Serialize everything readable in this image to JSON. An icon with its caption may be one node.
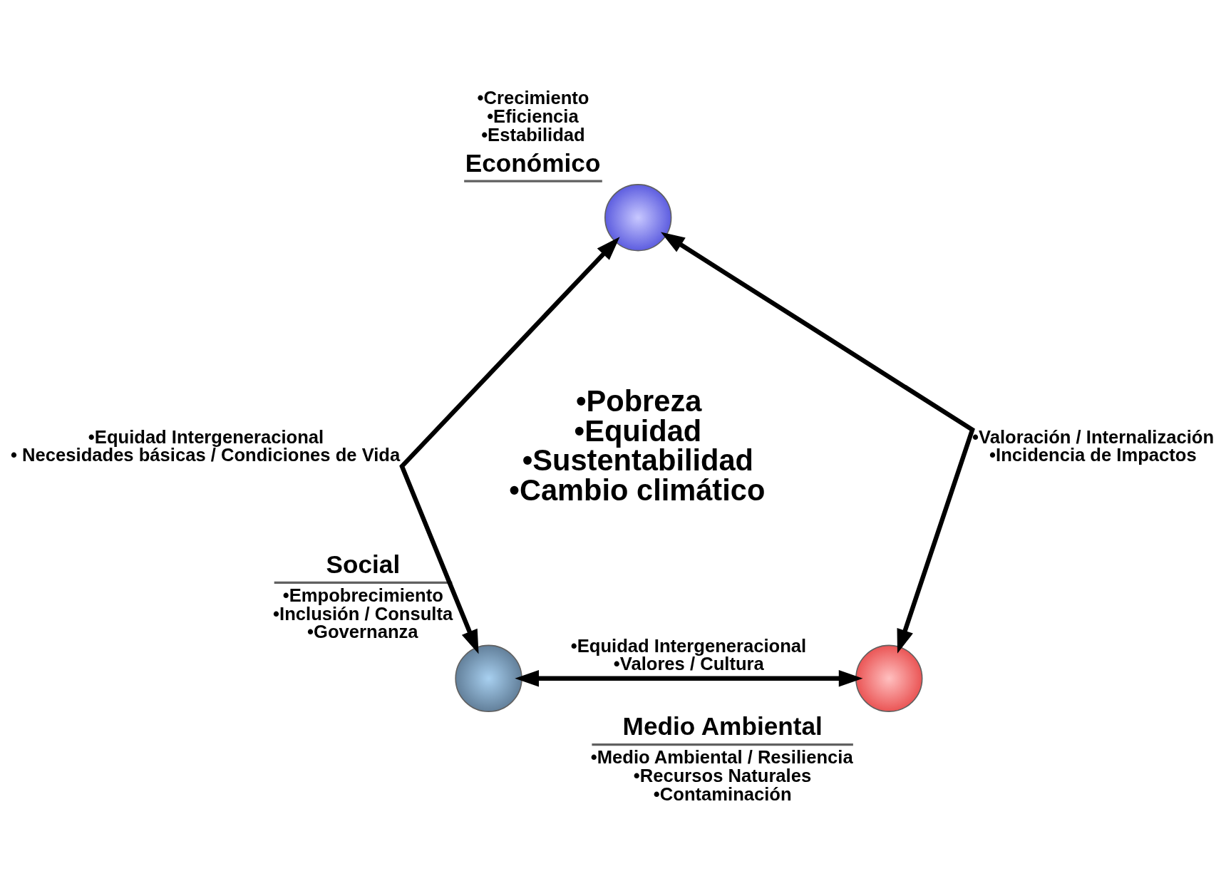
{
  "diagram": {
    "nodes": [
      {
        "text": [
          "•Crecimiento •Eficiencia •Estabilidad",
          "Económico"
        ]
      },
      {
        "text": [
          "Social",
          "•Empobrecimiento •Inclusión / Consulta •Governanza"
        ]
      },
      {
        "text": [
          "Medio Ambiental",
          "•Medio Ambiental / Resiliencia •Recursos Naturales •Contaminación"
        ]
      }
    ],
    "edges": [
      {
        "from": 1,
        "to": 0,
        "arrow": "both",
        "label": "•Equidad Intergeneracional • Necesidades básicas / Condiciones de Vida"
      },
      {
        "from": 0,
        "to": 2,
        "arrow": "both",
        "label": "•Valoración / Internalización •Incidencia de Impactos"
      },
      {
        "from": 1,
        "to": 2,
        "arrow": "both",
        "label": "•Equidad Intergeneracional •Valores / Cultura"
      }
    ],
    "labels": [
      "•Pobreza",
      "•Equidad",
      "•Sustentabilidad",
      "•Cambio climático"
    ]
  }
}
